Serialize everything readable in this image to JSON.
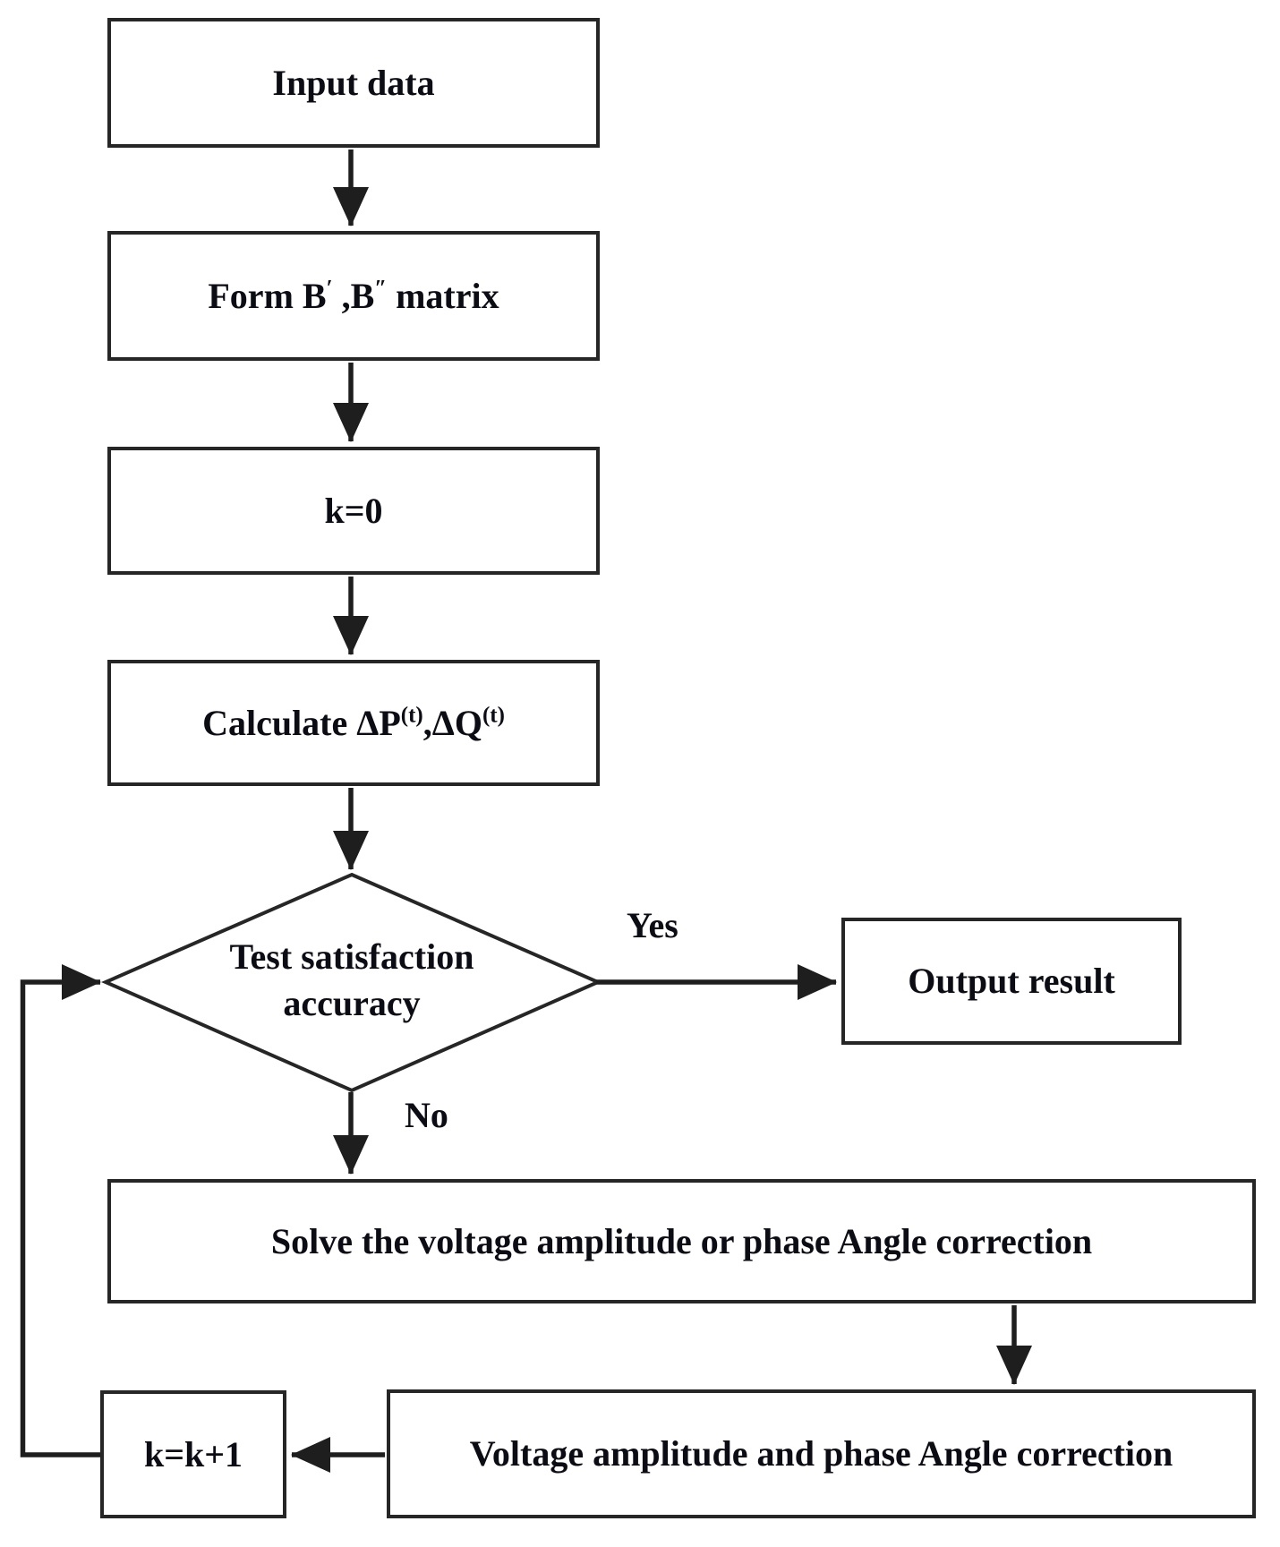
{
  "figure": {
    "kind": "flowchart",
    "background_color": "#ffffff",
    "line_color": "#1e1e1e",
    "text_color": "#0c0c14"
  },
  "nodes": {
    "input": {
      "shape": "rect",
      "label": "Input data"
    },
    "form_b": {
      "shape": "rect",
      "parts": [
        "Form B",
        "′",
        " ,B",
        "″",
        "  matrix"
      ]
    },
    "k0": {
      "shape": "rect",
      "label": "k=0"
    },
    "calculate": {
      "shape": "rect",
      "parts": [
        "Calculate ΔP",
        "(t)",
        ",ΔQ",
        "(t)"
      ]
    },
    "test": {
      "shape": "diamond",
      "label": "Test satisfaction accuracy"
    },
    "output": {
      "shape": "rect",
      "label": "Output result"
    },
    "solve": {
      "shape": "rect",
      "label": "Solve the voltage amplitude or phase Angle correction"
    },
    "voltage": {
      "shape": "rect",
      "label": "Voltage amplitude and phase Angle correction"
    },
    "k_inc": {
      "shape": "rect",
      "label": "k=k+1"
    }
  },
  "edges": [
    {
      "from": "input",
      "to": "form_b",
      "label": ""
    },
    {
      "from": "form_b",
      "to": "k0",
      "label": ""
    },
    {
      "from": "k0",
      "to": "calculate",
      "label": ""
    },
    {
      "from": "calculate",
      "to": "test",
      "label": ""
    },
    {
      "from": "test",
      "to": "output",
      "label": "Yes"
    },
    {
      "from": "test",
      "to": "solve",
      "label": "No"
    },
    {
      "from": "solve",
      "to": "voltage",
      "label": ""
    },
    {
      "from": "voltage",
      "to": "k_inc",
      "label": ""
    },
    {
      "from": "k_inc",
      "to": "test",
      "label": ""
    }
  ]
}
